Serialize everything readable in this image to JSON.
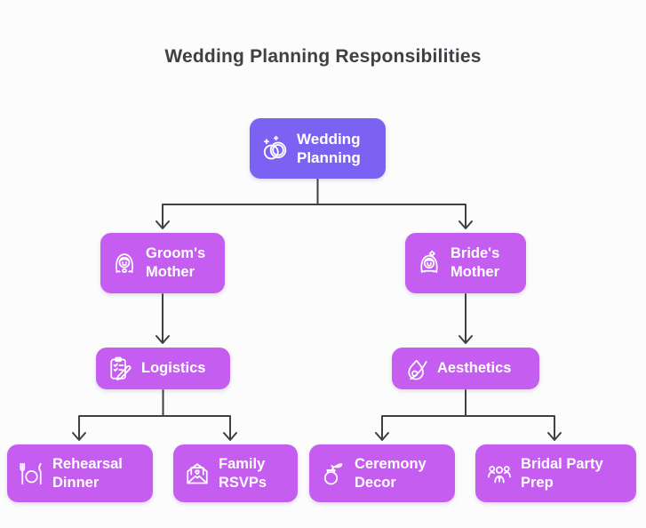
{
  "title": "Wedding Planning Responsibilities",
  "colors": {
    "root_fill": "#7C62F2",
    "branch_fill": "#C45DF0",
    "connector": "#3F4045",
    "node_text": "#FFFFFF",
    "title_text": "#3E4045",
    "background": "#FCFCFD"
  },
  "nodes": {
    "wedding_planning": {
      "line1": "Wedding",
      "line2": "Planning",
      "icon": "wedding-rings-icon"
    },
    "grooms_mother": {
      "line1": "Groom's",
      "line2": "Mother",
      "icon": "mother-with-veil-icon"
    },
    "brides_mother": {
      "line1": "Bride's",
      "line2": "Mother",
      "icon": "mother-with-tiara-icon"
    },
    "logistics": {
      "line1": "Logistics",
      "icon": "clipboard-pencil-icon"
    },
    "aesthetics": {
      "line1": "Aesthetics",
      "icon": "flame-brush-icon"
    },
    "rehearsal_dinner": {
      "line1": "Rehearsal",
      "line2": "Dinner",
      "icon": "dinner-setting-icon"
    },
    "family_rsvps": {
      "line1": "Family",
      "line2": "RSVPs",
      "icon": "envelope-heart-icon"
    },
    "ceremony_decor": {
      "line1": "Ceremony",
      "line2": "Decor",
      "icon": "vase-plant-icon"
    },
    "bridal_party_prep": {
      "line1": "Bridal Party",
      "line2": "Prep",
      "icon": "group-people-icon"
    }
  },
  "edges": [
    [
      "wedding_planning",
      "grooms_mother"
    ],
    [
      "wedding_planning",
      "brides_mother"
    ],
    [
      "grooms_mother",
      "logistics"
    ],
    [
      "brides_mother",
      "aesthetics"
    ],
    [
      "logistics",
      "rehearsal_dinner"
    ],
    [
      "logistics",
      "family_rsvps"
    ],
    [
      "aesthetics",
      "ceremony_decor"
    ],
    [
      "aesthetics",
      "bridal_party_prep"
    ]
  ]
}
